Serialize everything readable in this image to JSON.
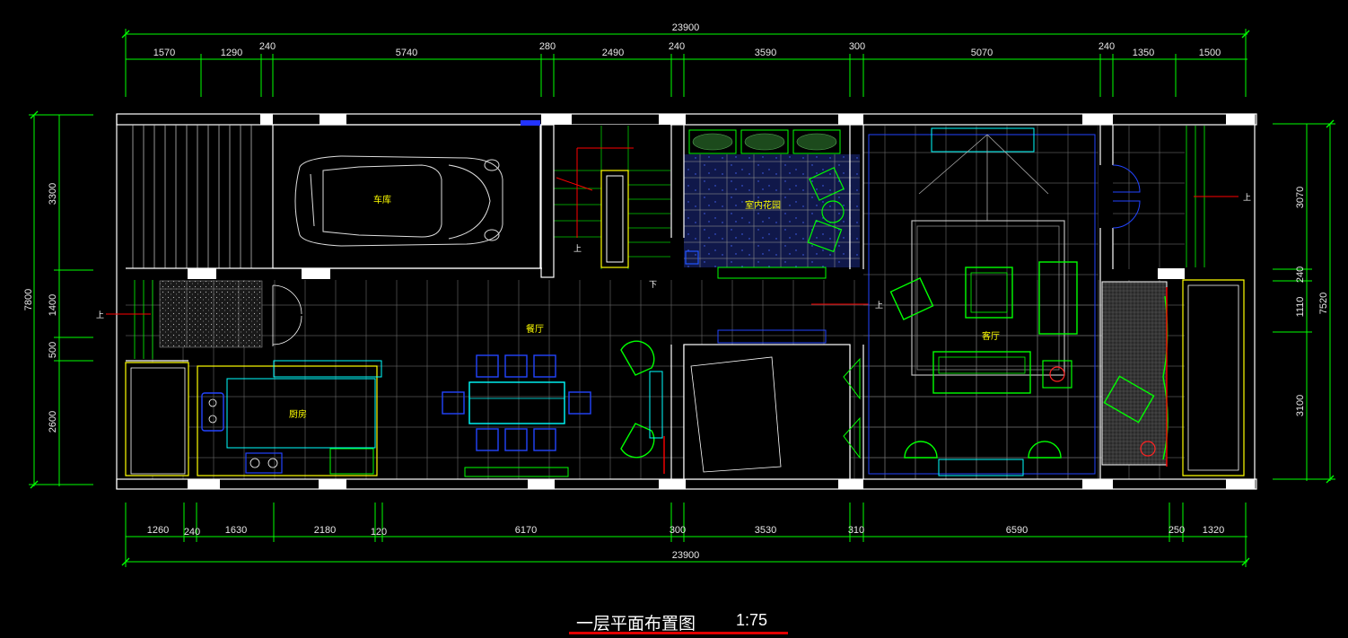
{
  "drawing": {
    "title": "一层平面布置图",
    "scale": "1:75"
  },
  "dimensions": {
    "top_total": "23900",
    "top_segments": [
      "1570",
      "1290",
      "240",
      "5740",
      "280",
      "2490",
      "240",
      "3590",
      "300",
      "5070",
      "240",
      "1350",
      "1500"
    ],
    "bottom_total": "23900",
    "bottom_segments": [
      "1260",
      "240",
      "1630",
      "2180",
      "120",
      "6170",
      "300",
      "3530",
      "310",
      "6590",
      "250",
      "1320"
    ],
    "left_total": "7800",
    "left_segments": [
      "3300",
      "1400",
      "500",
      "2600"
    ],
    "right_total": "7520",
    "right_segments": [
      "3070",
      "240",
      "1110",
      "3100"
    ]
  },
  "rooms": {
    "garage": "车库",
    "indoor_garden": "室内花园",
    "dining": "餐厅",
    "kitchen": "厨房",
    "living": "客厅"
  },
  "annotations": {
    "up": "上",
    "down": "下"
  },
  "colors": {
    "background": "#000000",
    "wall": "#ffffff",
    "dimension": "#00ff00",
    "furniture_blue": "#0000ff",
    "furniture_cyan": "#00ffff",
    "room_label": "#ffff00",
    "title_underline": "#e00000",
    "arrow": "#ff0000"
  }
}
